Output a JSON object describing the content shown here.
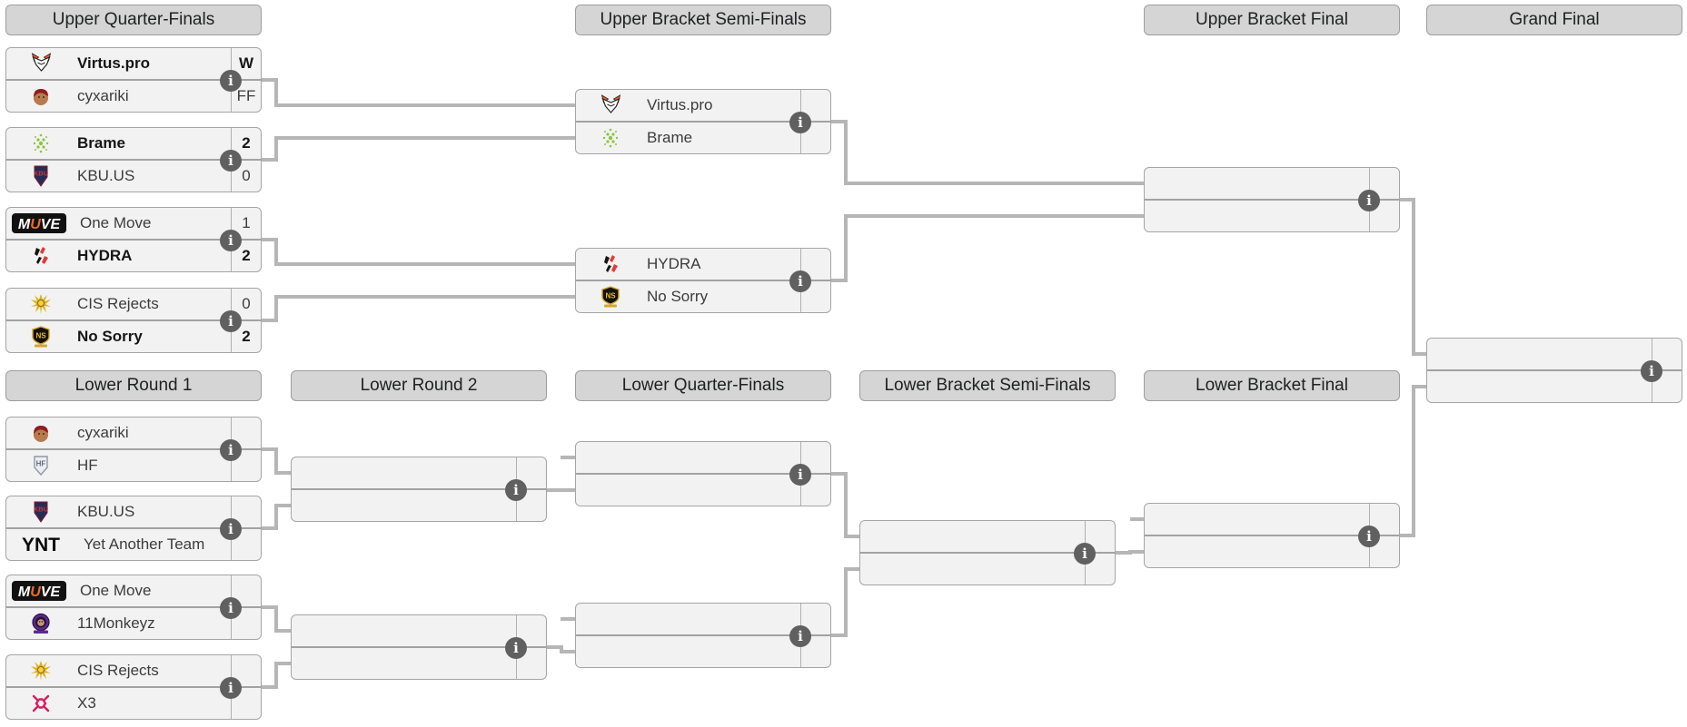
{
  "colors": {
    "background": "#ffffff",
    "header_bg": "#d5d5d5",
    "header_border": "#9d9d9d",
    "box_bg": "#f2f2f2",
    "box_border": "#a5a5a5",
    "connector": "#b6b6b6",
    "info_badge_bg": "#606060",
    "team_text": "#3c3c3c",
    "winner_text": "#161616"
  },
  "info_badge": {
    "icon": "info-icon",
    "glyph": "i"
  },
  "logo_text": {
    "kbu": "KBU",
    "move_m": "M",
    "move_u": "U",
    "move_ve": "VE",
    "ns": "NS",
    "hf": "HF",
    "ynt": "YNT"
  },
  "round_headers": [
    {
      "id": "uqf",
      "label": "Upper Quarter-Finals"
    },
    {
      "id": "usf",
      "label": "Upper Bracket Semi-Finals"
    },
    {
      "id": "ubf",
      "label": "Upper Bracket Final"
    },
    {
      "id": "gf",
      "label": "Grand Final"
    },
    {
      "id": "lr1",
      "label": "Lower Round 1"
    },
    {
      "id": "lr2",
      "label": "Lower Round 2"
    },
    {
      "id": "lqf",
      "label": "Lower Quarter-Finals"
    },
    {
      "id": "lsf",
      "label": "Lower Bracket Semi-Finals"
    },
    {
      "id": "lbf",
      "label": "Lower Bracket Final"
    }
  ],
  "matches": [
    {
      "id": "uqf1",
      "round": "Upper Quarter-Finals",
      "top": {
        "team": "Virtus.pro",
        "score": "W",
        "winner": true,
        "icon": "virtus-pro-logo"
      },
      "bottom": {
        "team": "cyxariki",
        "score": "FF",
        "winner": false,
        "icon": "cyxariki-avatar"
      }
    },
    {
      "id": "uqf2",
      "round": "Upper Quarter-Finals",
      "top": {
        "team": "Brame",
        "score": "2",
        "winner": true,
        "icon": "brame-logo"
      },
      "bottom": {
        "team": "KBU.US",
        "score": "0",
        "winner": false,
        "icon": "kbu-logo"
      }
    },
    {
      "id": "uqf3",
      "round": "Upper Quarter-Finals",
      "top": {
        "team": "One Move",
        "score": "1",
        "winner": false,
        "icon": "one-move-logo"
      },
      "bottom": {
        "team": "HYDRA",
        "score": "2",
        "winner": true,
        "icon": "hydra-logo"
      }
    },
    {
      "id": "uqf4",
      "round": "Upper Quarter-Finals",
      "top": {
        "team": "CIS Rejects",
        "score": "0",
        "winner": false,
        "icon": "cis-rejects-logo"
      },
      "bottom": {
        "team": "No Sorry",
        "score": "2",
        "winner": true,
        "icon": "no-sorry-logo"
      }
    },
    {
      "id": "usf1",
      "round": "Upper Bracket Semi-Finals",
      "top": {
        "team": "Virtus.pro",
        "score": "",
        "winner": false,
        "icon": "virtus-pro-logo"
      },
      "bottom": {
        "team": "Brame",
        "score": "",
        "winner": false,
        "icon": "brame-logo"
      }
    },
    {
      "id": "usf2",
      "round": "Upper Bracket Semi-Finals",
      "top": {
        "team": "HYDRA",
        "score": "",
        "winner": false,
        "icon": "hydra-logo"
      },
      "bottom": {
        "team": "No Sorry",
        "score": "",
        "winner": false,
        "icon": "no-sorry-logo"
      }
    },
    {
      "id": "ubf",
      "round": "Upper Bracket Final",
      "top": {
        "team": "",
        "score": "",
        "winner": false,
        "icon": ""
      },
      "bottom": {
        "team": "",
        "score": "",
        "winner": false,
        "icon": ""
      }
    },
    {
      "id": "gf",
      "round": "Grand Final",
      "top": {
        "team": "",
        "score": "",
        "winner": false,
        "icon": ""
      },
      "bottom": {
        "team": "",
        "score": "",
        "winner": false,
        "icon": ""
      }
    },
    {
      "id": "lr1m1",
      "round": "Lower Round 1",
      "top": {
        "team": "cyxariki",
        "score": "",
        "winner": false,
        "icon": "cyxariki-avatar"
      },
      "bottom": {
        "team": "HF",
        "score": "",
        "winner": false,
        "icon": "hf-logo"
      }
    },
    {
      "id": "lr1m2",
      "round": "Lower Round 1",
      "top": {
        "team": "KBU.US",
        "score": "",
        "winner": false,
        "icon": "kbu-logo"
      },
      "bottom": {
        "team": "Yet Another Team",
        "score": "",
        "winner": false,
        "icon": "ynt-logo"
      }
    },
    {
      "id": "lr1m3",
      "round": "Lower Round 1",
      "top": {
        "team": "One Move",
        "score": "",
        "winner": false,
        "icon": "one-move-logo"
      },
      "bottom": {
        "team": "11Monkeyz",
        "score": "",
        "winner": false,
        "icon": "monkeyz-logo"
      }
    },
    {
      "id": "lr1m4",
      "round": "Lower Round 1",
      "top": {
        "team": "CIS Rejects",
        "score": "",
        "winner": false,
        "icon": "cis-rejects-logo"
      },
      "bottom": {
        "team": "X3",
        "score": "",
        "winner": false,
        "icon": "x3-logo"
      }
    },
    {
      "id": "lr2b1",
      "round": "Lower Round 2",
      "top": {
        "team": "",
        "score": "",
        "winner": false,
        "icon": ""
      },
      "bottom": {
        "team": "",
        "score": "",
        "winner": false,
        "icon": ""
      }
    },
    {
      "id": "lr2b2",
      "round": "Lower Round 2",
      "top": {
        "team": "",
        "score": "",
        "winner": false,
        "icon": ""
      },
      "bottom": {
        "team": "",
        "score": "",
        "winner": false,
        "icon": ""
      }
    },
    {
      "id": "lqf1",
      "round": "Lower Quarter-Finals",
      "top": {
        "team": "",
        "score": "",
        "winner": false,
        "icon": ""
      },
      "bottom": {
        "team": "",
        "score": "",
        "winner": false,
        "icon": ""
      }
    },
    {
      "id": "lqf2",
      "round": "Lower Quarter-Finals",
      "top": {
        "team": "",
        "score": "",
        "winner": false,
        "icon": ""
      },
      "bottom": {
        "team": "",
        "score": "",
        "winner": false,
        "icon": ""
      }
    },
    {
      "id": "lsf",
      "round": "Lower Bracket Semi-Finals",
      "top": {
        "team": "",
        "score": "",
        "winner": false,
        "icon": ""
      },
      "bottom": {
        "team": "",
        "score": "",
        "winner": false,
        "icon": ""
      }
    },
    {
      "id": "lbf",
      "round": "Lower Bracket Final",
      "top": {
        "team": "",
        "score": "",
        "winner": false,
        "icon": ""
      },
      "bottom": {
        "team": "",
        "score": "",
        "winner": false,
        "icon": ""
      }
    }
  ]
}
